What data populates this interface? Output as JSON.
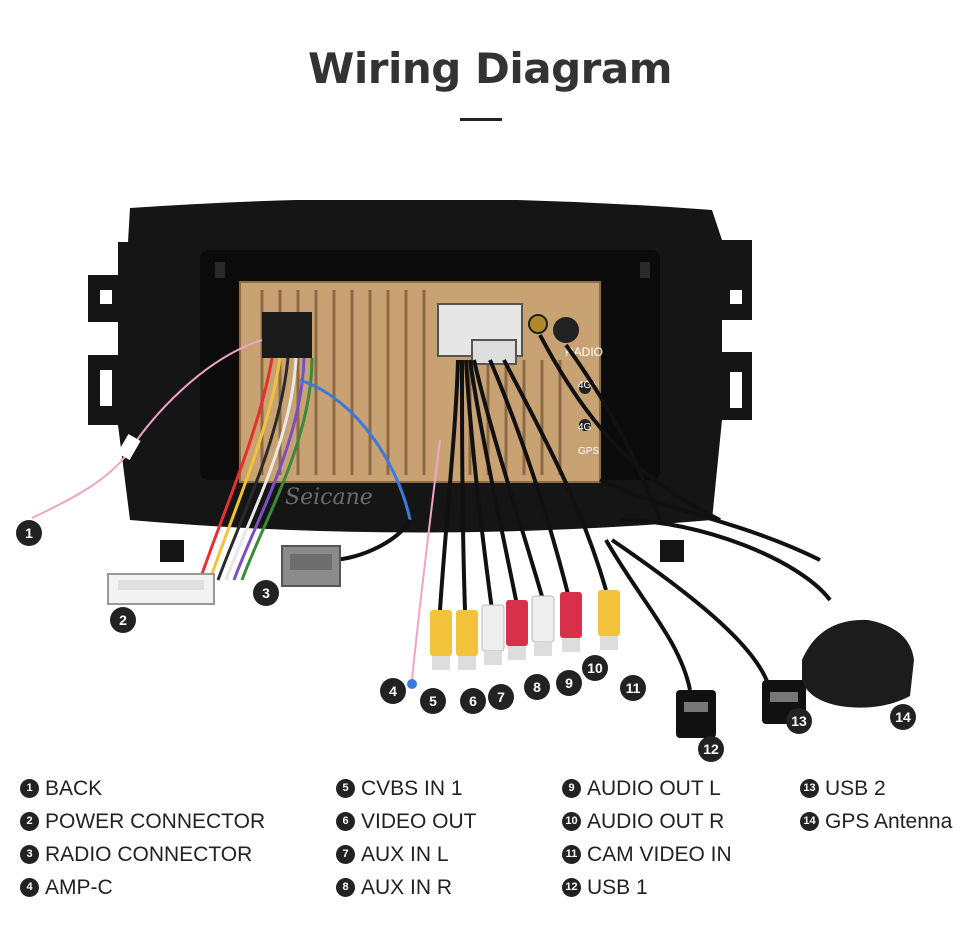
{
  "header": {
    "title": "Wiring Diagram"
  },
  "unit": {
    "brand_watermark": "Seicane",
    "port_radio": "RADIO",
    "port_4g_plus": "4G+",
    "port_4g": "4G",
    "port_gps": "GPS"
  },
  "callouts": [
    "1",
    "2",
    "3",
    "4",
    "5",
    "6",
    "7",
    "8",
    "9",
    "10",
    "11",
    "12",
    "13",
    "14"
  ],
  "legend": {
    "col1": [
      {
        "num": "1",
        "label": "BACK"
      },
      {
        "num": "2",
        "label": "POWER CONNECTOR"
      },
      {
        "num": "3",
        "label": "RADIO CONNECTOR"
      },
      {
        "num": "4",
        "label": "AMP-C"
      }
    ],
    "col2": [
      {
        "num": "5",
        "label": "CVBS IN 1"
      },
      {
        "num": "6",
        "label": "VIDEO OUT"
      },
      {
        "num": "7",
        "label": "AUX IN L"
      },
      {
        "num": "8",
        "label": "AUX IN R"
      }
    ],
    "col3": [
      {
        "num": "9",
        "label": "AUDIO OUT L"
      },
      {
        "num": "10",
        "label": "AUDIO OUT R"
      },
      {
        "num": "11",
        "label": "CAM VIDEO IN"
      },
      {
        "num": "12",
        "label": "USB 1"
      }
    ],
    "col4": [
      {
        "num": "13",
        "label": "USB 2"
      },
      {
        "num": "14",
        "label": "GPS Antenna"
      }
    ]
  },
  "colors": {
    "frame": "#151515",
    "chassis": "#c9a274",
    "rca_yellow": "#f2c23a",
    "rca_red": "#d8304a",
    "rca_white": "#eeeeee"
  }
}
